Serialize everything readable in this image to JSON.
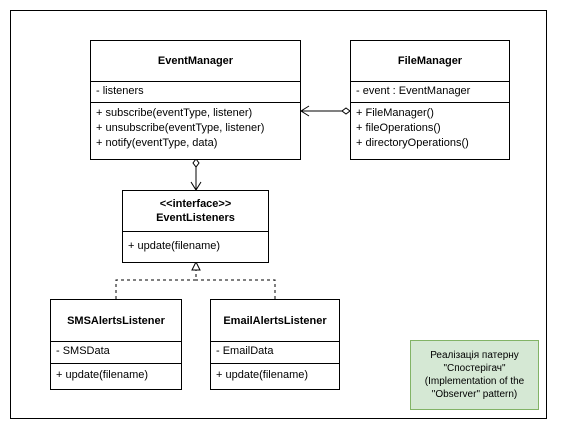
{
  "classes": {
    "event_manager": {
      "name": "EventManager",
      "attributes": [
        "- listeners"
      ],
      "methods": [
        "+ subscribe(eventType, listener)",
        "+ unsubscribe(eventType, listener)",
        "+ notify(eventType, data)"
      ]
    },
    "file_manager": {
      "name": "FileManager",
      "attributes": [
        "- event : EventManager"
      ],
      "methods": [
        "+ FileManager()",
        "+ fileOperations()",
        "+ directoryOperations()"
      ]
    },
    "event_listeners": {
      "stereotype": "<<interface>>",
      "name": "EventListeners",
      "methods": [
        "+ update(filename)"
      ]
    },
    "sms_alerts_listener": {
      "name": "SMSAlertsListener",
      "attributes": [
        "- SMSData"
      ],
      "methods": [
        "+ update(filename)"
      ]
    },
    "email_alerts_listener": {
      "name": "EmailAlertsListener",
      "attributes": [
        "- EmailData"
      ],
      "methods": [
        "+ update(filename)"
      ]
    }
  },
  "note": {
    "lines": [
      "Реалізація патерну",
      "\"Спостерігач\"",
      "(Implementation of the",
      "\"Observer\" pattern)"
    ],
    "fill": "#d5e8d4",
    "stroke": "#82b366"
  }
}
